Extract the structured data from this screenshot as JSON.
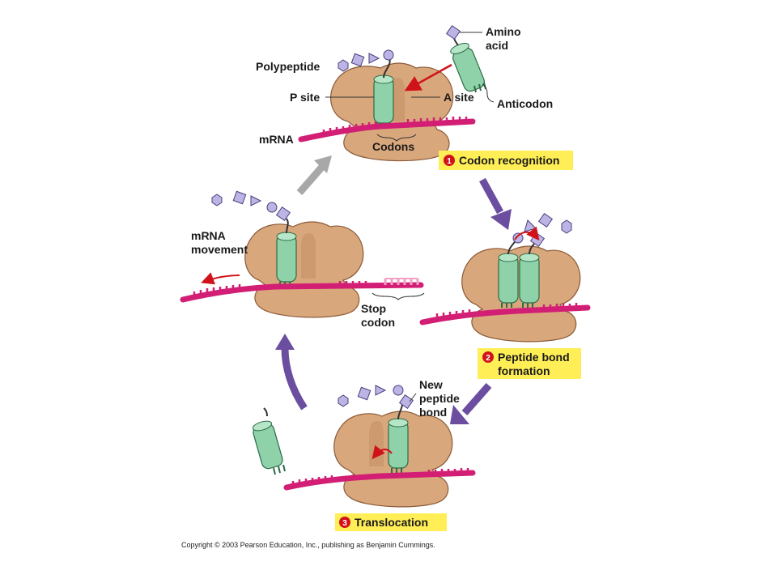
{
  "labels": {
    "amino_acid_1": "Amino",
    "amino_acid_2": "acid",
    "polypeptide": "Polypeptide",
    "p_site": "P site",
    "a_site": "A site",
    "anticodon": "Anticodon",
    "mrna": "mRNA",
    "codons": "Codons",
    "mrna_movement_1": "mRNA",
    "mrna_movement_2": "movement",
    "stop_codon_1": "Stop",
    "stop_codon_2": "codon",
    "new_peptide_bond_1": "New",
    "new_peptide_bond_2": "peptide",
    "new_peptide_bond_3": "bond"
  },
  "steps": [
    {
      "number": "1",
      "lines": [
        "Codon recognition"
      ]
    },
    {
      "number": "2",
      "lines": [
        "Peptide bond",
        "formation"
      ]
    },
    {
      "number": "3",
      "lines": [
        "Translocation"
      ]
    }
  ],
  "copyright": "Copyright © 2003 Pearson Education, Inc., publishing as Benjamin Cummings.",
  "colors": {
    "ribosome": "#d9a77c",
    "ribosome_edge": "#8a5a37",
    "trna": "#8fd1a9",
    "trna_edge": "#2b6b45",
    "mrna": "#d21f75",
    "step_box": "#ffee55",
    "step_badge": "#d1121b",
    "cycle_arrow": "#6b4ea0",
    "return_arrow": "#a8a8a8",
    "amino_acid": "#bdb4e6",
    "pointer_arrow": "#d0121b"
  },
  "icons": [
    "amino-acid-hexagon",
    "amino-acid-square",
    "amino-acid-triangle",
    "amino-acid-pentagon",
    "amino-acid-circle",
    "trna-cylinder",
    "ribosome-shape"
  ]
}
